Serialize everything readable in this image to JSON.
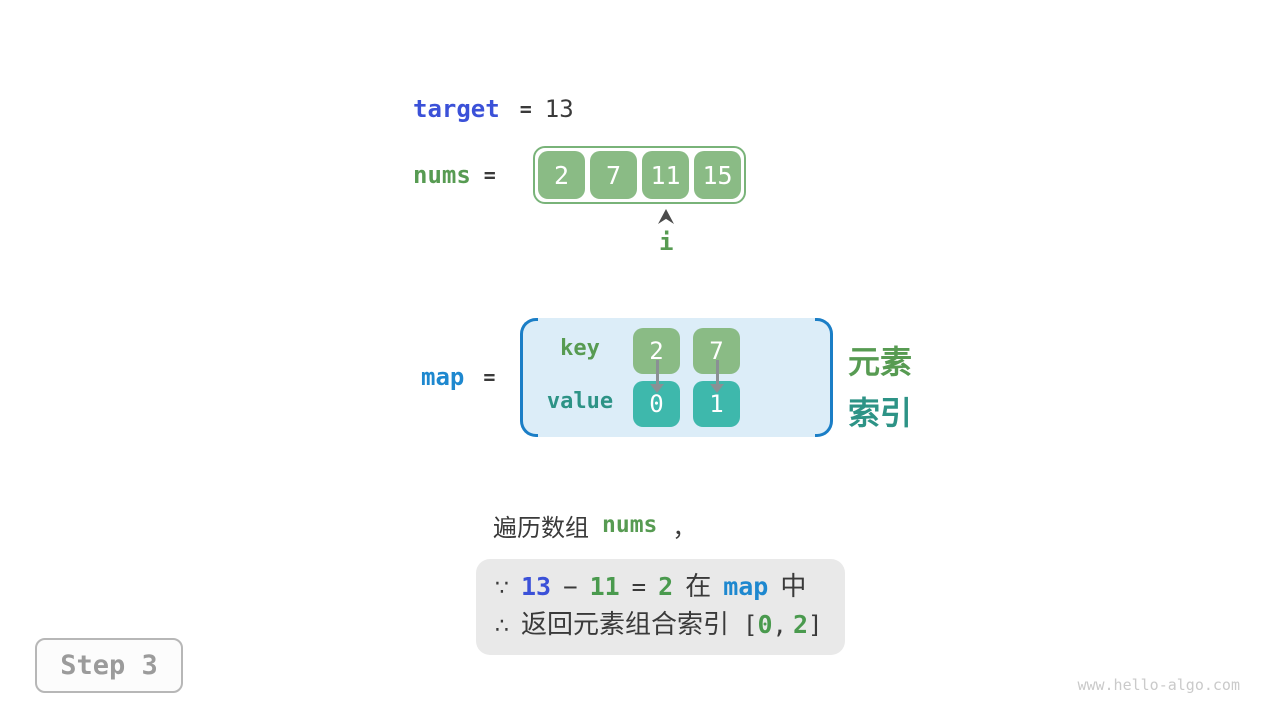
{
  "colors": {
    "target_blue": "#3b51d8",
    "map_blue": "#1e88cf",
    "green_text": "#579b52",
    "green_box": "#8abb85",
    "teal_text": "#2d9386",
    "teal_box": "#3eb8ac",
    "map_panel_bg": "#dcedf8",
    "map_bracket": "#1b7ec6",
    "conclusion_bg": "#e9e9e9",
    "dark_text": "#3a3a3a"
  },
  "target_line": {
    "var": "target",
    "eq": "=",
    "value": "13"
  },
  "nums_line": {
    "var": "nums",
    "eq": "=",
    "cells": [
      "2",
      "7",
      "11",
      "15"
    ],
    "pointer": {
      "label": "i",
      "points_to_value": "11"
    }
  },
  "map_section": {
    "var": "map",
    "eq": "=",
    "key_label": "key",
    "value_label": "value",
    "entries": [
      {
        "key": "2",
        "value": "0"
      },
      {
        "key": "7",
        "value": "1"
      }
    ],
    "side_labels": {
      "element": "元素",
      "index": "索引"
    }
  },
  "caption": {
    "text_before": "遍历数组",
    "code": "nums",
    "text_after": "，"
  },
  "conclusion_box": {
    "line1": {
      "because": "∵",
      "minuend": "13",
      "minus": "−",
      "subtrahend": "11",
      "eq": "=",
      "difference": "2",
      "in_word": "在",
      "map_code": "map",
      "suffix_word": "中"
    },
    "line2": {
      "therefore": "∴",
      "text": "返回元素组合索引",
      "open_bracket": "[",
      "index1": "0",
      "comma": ",",
      "index2": "2",
      "close_bracket": "]"
    }
  },
  "step_badge": {
    "label": "Step 3"
  },
  "watermark": {
    "text": "www.hello-algo.com"
  }
}
